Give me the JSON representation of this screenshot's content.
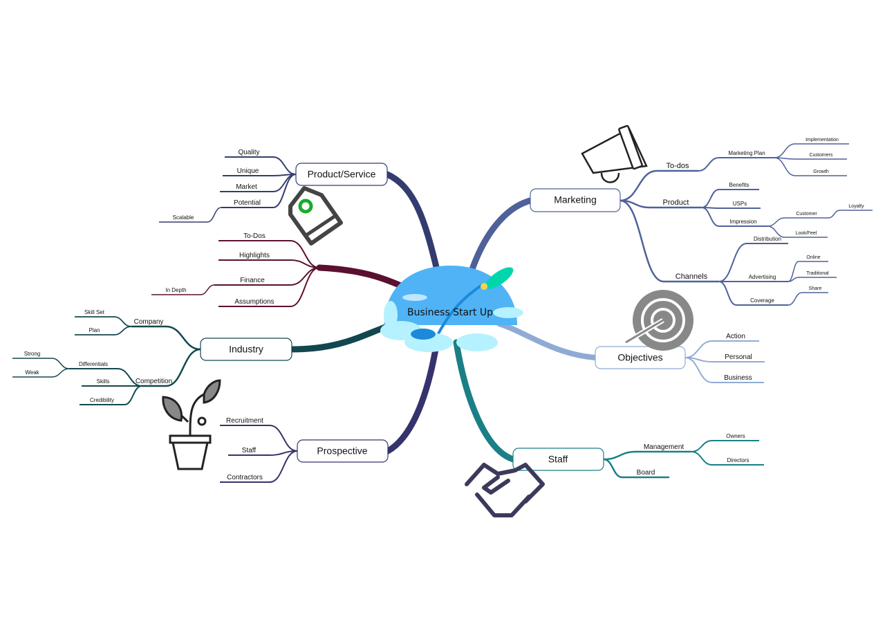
{
  "center": {
    "title": "Business Start Up"
  },
  "colors": {
    "product": "#333c6e",
    "todos": "#5a1030",
    "industry": "#12474f",
    "prospective": "#35336b",
    "marketing": "#4f6199",
    "objectives": "#8fabd4",
    "staff": "#1b7f86",
    "sky": "#4fb3f6"
  },
  "product_service": {
    "label": "Product/Service",
    "children": [
      "Quality",
      "Unique",
      "Market",
      "Potential",
      "Scalable"
    ]
  },
  "todos": {
    "children": [
      "To-Dos",
      "Highlights",
      "Finance",
      "In Depth",
      "Assumptions"
    ]
  },
  "industry": {
    "label": "Industry",
    "children": [
      "Company",
      "Skill Set",
      "Plan",
      "Competition",
      "Differentials",
      "Strong",
      "Weak",
      "Skills",
      "Credibility"
    ]
  },
  "prospective": {
    "label": "Prospective",
    "children": [
      "Recruitment",
      "Staff",
      "Contractors"
    ]
  },
  "marketing": {
    "label": "Marketing",
    "children": [
      "To-dos",
      "Marketing Plan",
      "Implementation",
      "Customers",
      "Growth",
      "Product",
      "Benefits",
      "USPs",
      "Impression",
      "Customer",
      "Loyalty",
      "Look/Feel",
      "Channels",
      "Distribution",
      "Advertising",
      "Online",
      "Traditional",
      "Coverage",
      "Share"
    ]
  },
  "objectives": {
    "label": "Objectives",
    "children": [
      "Action",
      "Personal",
      "Business"
    ]
  },
  "staff": {
    "label": "Staff",
    "children": [
      "Management",
      "Owners",
      "Directors",
      "Board"
    ]
  },
  "icons": [
    "megaphone-icon",
    "price-tag-icon",
    "target-icon",
    "plant-icon",
    "handshake-icon",
    "rocket-icon"
  ]
}
